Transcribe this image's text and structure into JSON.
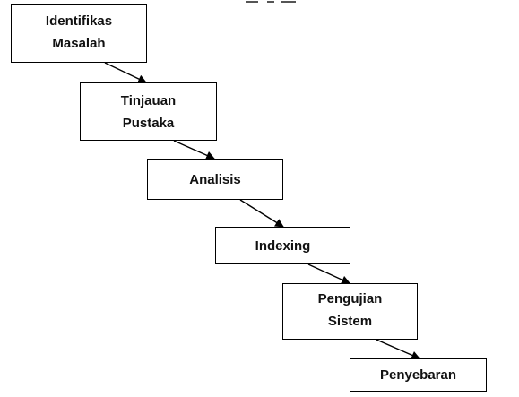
{
  "diagram": {
    "steps": [
      {
        "id": "s1",
        "label": "Identifikas\nMasalah"
      },
      {
        "id": "s2",
        "label": "Tinjauan\nPustaka"
      },
      {
        "id": "s3",
        "label": "Analisis"
      },
      {
        "id": "s4",
        "label": "Indexing"
      },
      {
        "id": "s5",
        "label": "Pengujian\nSistem"
      },
      {
        "id": "s6",
        "label": "Penyebaran"
      }
    ],
    "connections": [
      {
        "from": "s1",
        "to": "s2"
      },
      {
        "from": "s2",
        "to": "s3"
      },
      {
        "from": "s3",
        "to": "s4"
      },
      {
        "from": "s4",
        "to": "s5"
      },
      {
        "from": "s5",
        "to": "s6"
      }
    ],
    "colors": {
      "stroke": "#000000",
      "fill": "#ffffff",
      "text": "#111111"
    }
  }
}
